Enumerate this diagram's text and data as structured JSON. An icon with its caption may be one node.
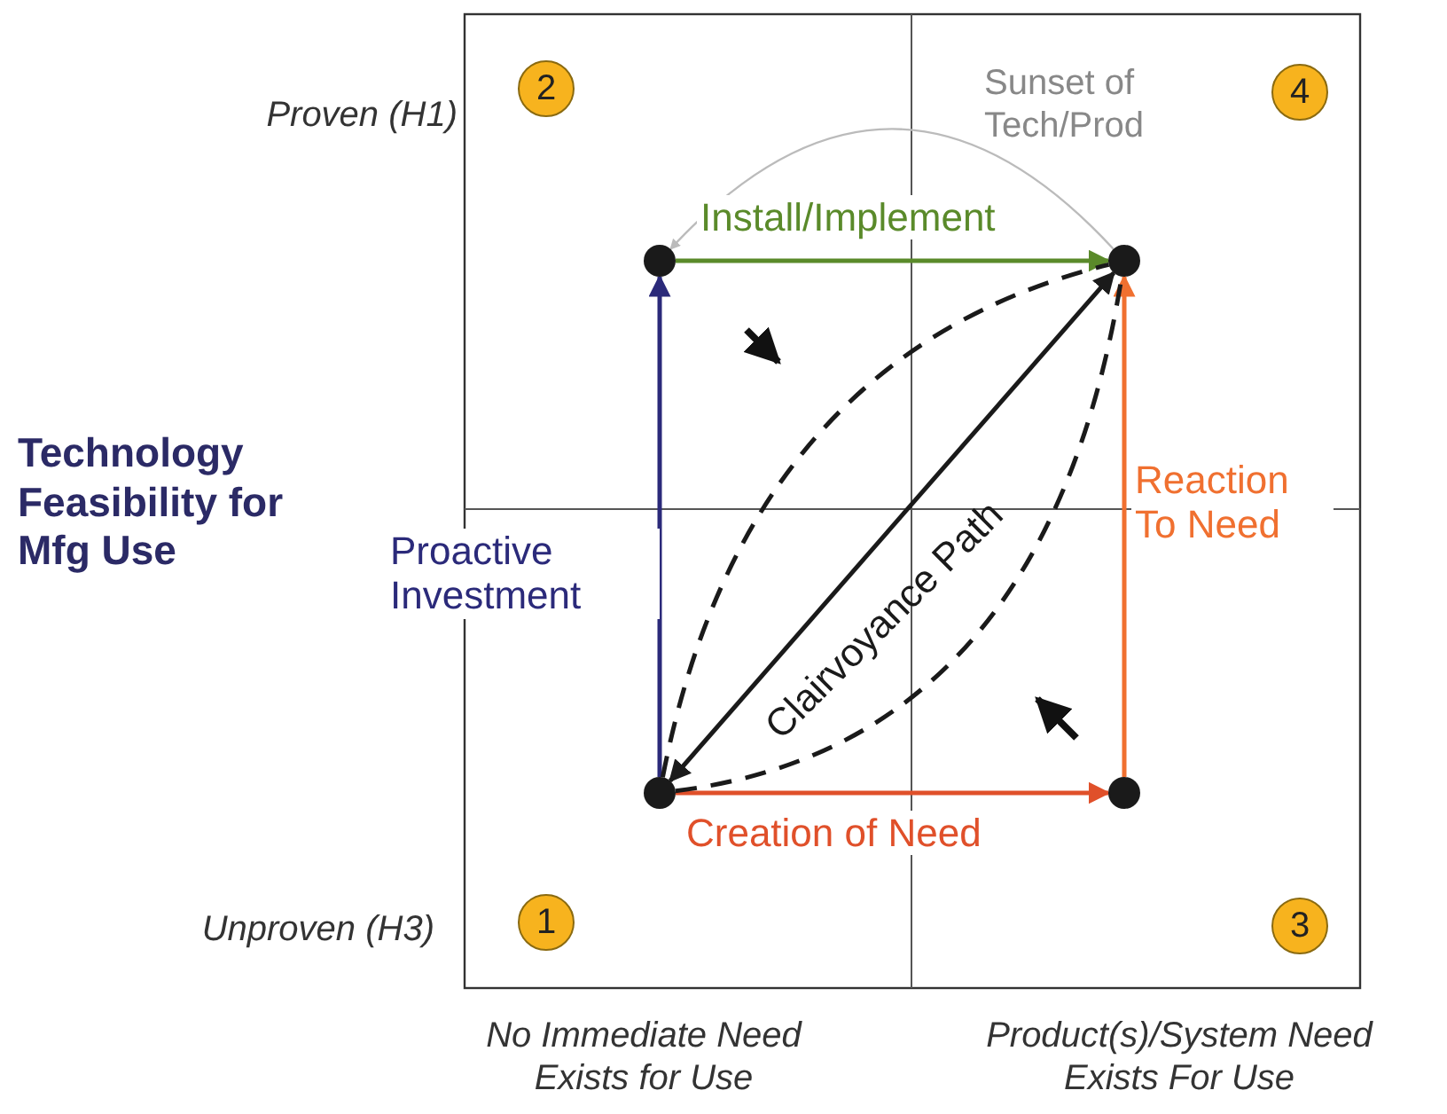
{
  "diagram": {
    "nodes": [
      {
        "text": [
          "2"
        ]
      },
      {
        "text": [
          "4"
        ]
      },
      {
        "text": [],
        "shape": "circle"
      },
      {
        "text": [],
        "shape": "circle"
      },
      {
        "text": [],
        "shape": "circle"
      },
      {
        "text": [],
        "shape": "circle"
      },
      {
        "text": [
          "1"
        ]
      },
      {
        "text": [
          "3"
        ]
      }
    ],
    "edges": [
      {
        "from": 4,
        "to": 2,
        "arrow": "to",
        "label": "Proactive Investment",
        "color": "#2b2a7a"
      },
      {
        "from": 2,
        "to": 3,
        "arrow": "to",
        "label": "Install/Implement",
        "color": "#5a8a2a"
      },
      {
        "from": 4,
        "to": 5,
        "arrow": "to",
        "label": "Creation of Need",
        "color": "#e0502a"
      },
      {
        "from": 5,
        "to": 3,
        "arrow": "to",
        "label": "Reaction To Need",
        "color": "#f07030"
      },
      {
        "from": 4,
        "to": 3,
        "arrow": "both",
        "label": "Clairvoyance Path"
      },
      {
        "from": 4,
        "to": 3,
        "arrow": "none",
        "style": "dashed"
      },
      {
        "from": 4,
        "to": 3,
        "arrow": "none",
        "style": "dashed"
      },
      {
        "from": 3,
        "to": 2,
        "arrow": "to",
        "color": "#bbbbbb"
      }
    ],
    "labels": [
      "Proven (H1)",
      "Sunset of Tech/Prod",
      "Technology Feasibility for Mfg Use",
      "Unproven (H3)",
      "No Immediate Need Exists for Use",
      "Product(s)/System Need Exists For Use"
    ]
  }
}
